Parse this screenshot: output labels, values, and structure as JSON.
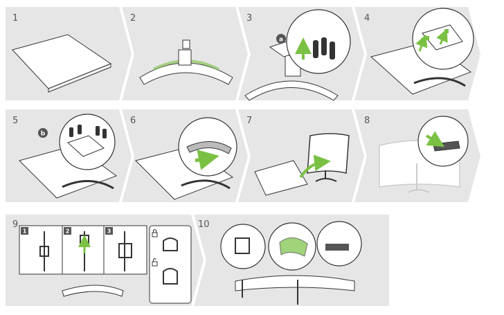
{
  "steps": [
    {
      "number": "1"
    },
    {
      "number": "2"
    },
    {
      "number": "3",
      "callout": "a"
    },
    {
      "number": "4"
    },
    {
      "number": "5",
      "callout": "b"
    },
    {
      "number": "6"
    },
    {
      "number": "7"
    },
    {
      "number": "8"
    },
    {
      "number": "9",
      "substeps": [
        "1",
        "2",
        "3"
      ]
    },
    {
      "number": "10"
    }
  ],
  "colors": {
    "panel": "#e6e6e6",
    "accent": "#7ac143",
    "line": "#333333",
    "badge": "#555555"
  },
  "icons": [
    "lock-closed-icon",
    "lock-open-icon",
    "arrow-icon"
  ]
}
